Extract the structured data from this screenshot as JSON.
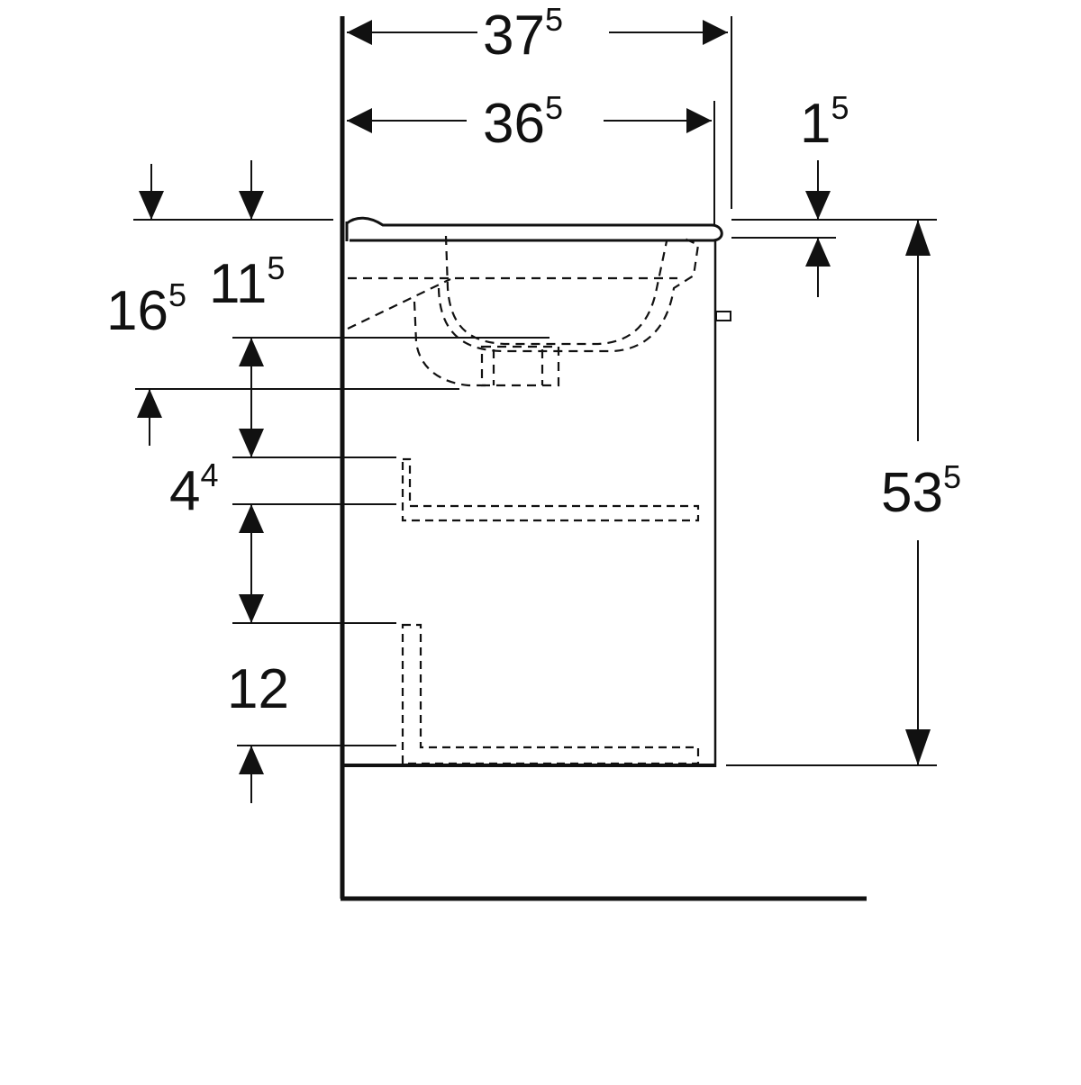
{
  "colors": {
    "line": "#111111",
    "background": "#ffffff"
  },
  "dimensions": {
    "total_depth": {
      "main": "37",
      "sup": "5"
    },
    "inner_depth": {
      "main": "36",
      "sup": "5"
    },
    "rim_thickness": {
      "main": "1",
      "sup": "5"
    },
    "height_top_to_drawer": {
      "main": "16",
      "sup": "5"
    },
    "height_top_to_drain": {
      "main": "11",
      "sup": "5"
    },
    "upper_drawer_depth": {
      "main": "4",
      "sup": "4"
    },
    "lower_drawer_depth": {
      "main": "12",
      "sup": ""
    },
    "cabinet_height": {
      "main": "53",
      "sup": "5"
    }
  }
}
